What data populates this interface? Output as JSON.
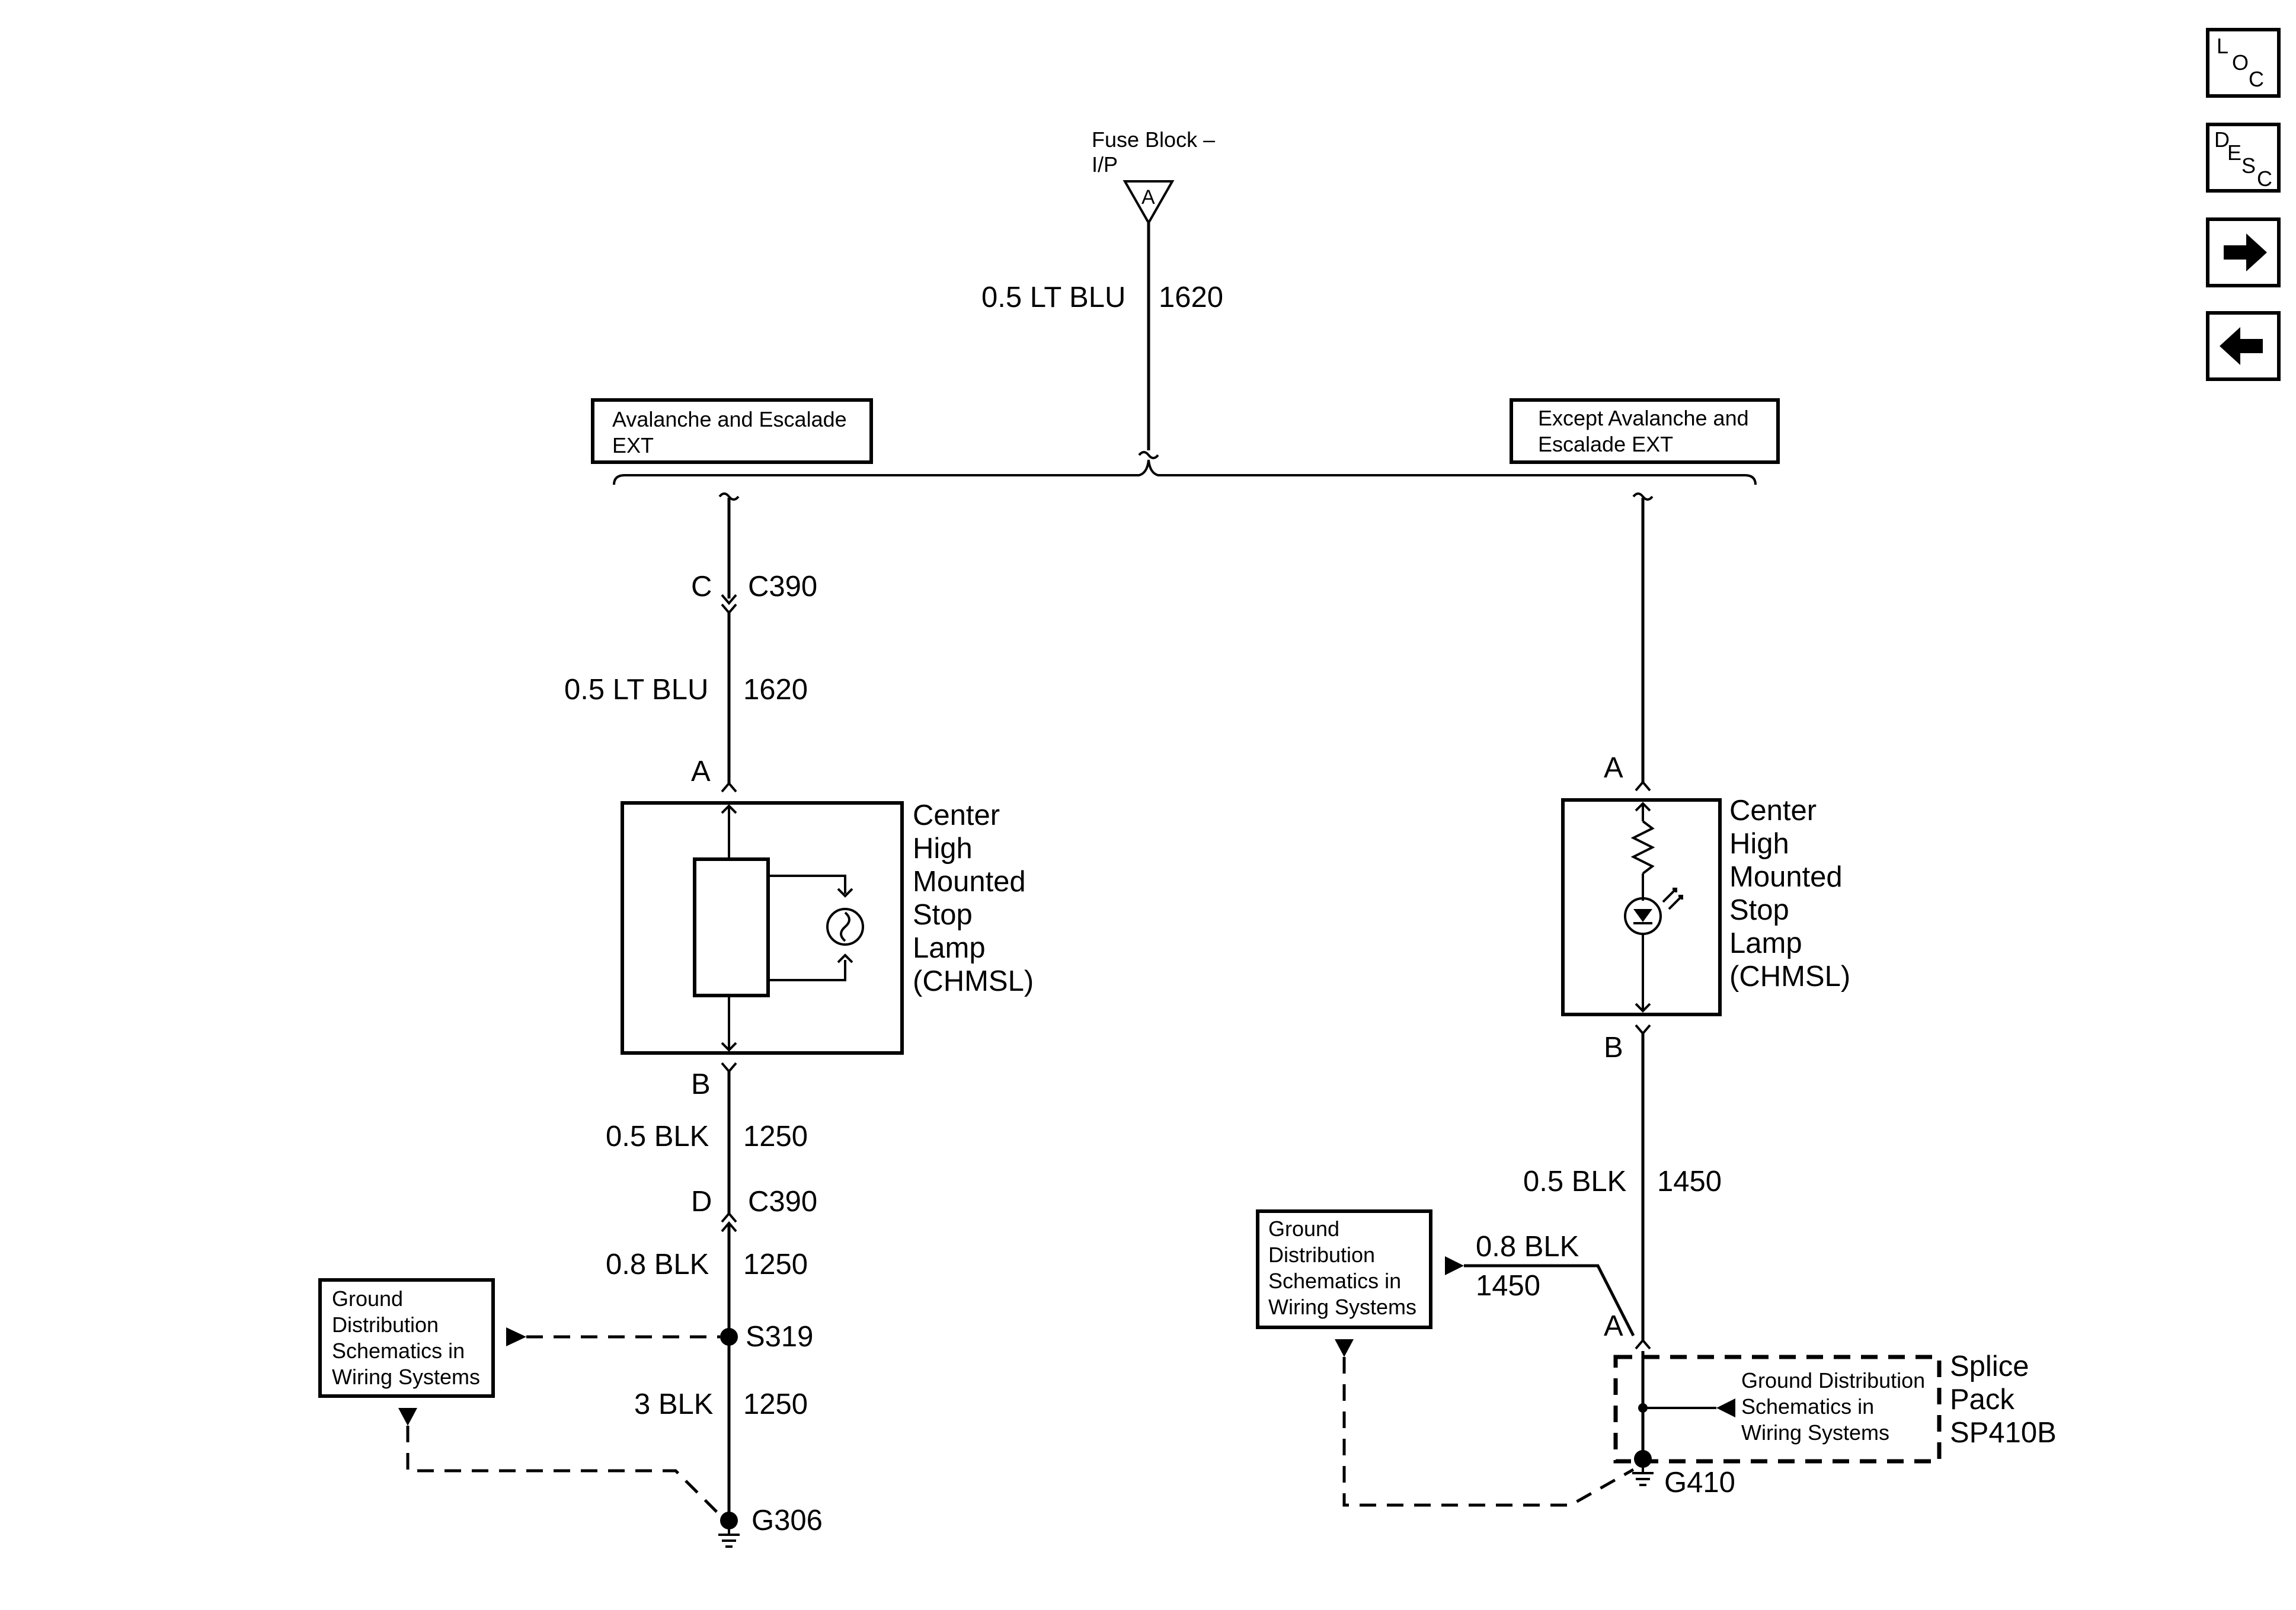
{
  "fuse_block": {
    "label_line1": "Fuse Block –",
    "label_line2": "I/P",
    "terminal": "A"
  },
  "top_wire": {
    "gauge_color": "0.5 LT BLU",
    "circuit": "1620"
  },
  "options": {
    "left": {
      "line1": "Avalanche and Escalade",
      "line2": "EXT"
    },
    "right": {
      "line1": "Except Avalanche and",
      "line2": "Escalade EXT"
    }
  },
  "left_branch": {
    "connector_1": {
      "pin": "C",
      "name": "C390"
    },
    "wire_1": {
      "gauge_color": "0.5 LT BLU",
      "circuit": "1620"
    },
    "lamp_pin_a": "A",
    "lamp_pin_b": "B",
    "lamp_name": [
      "Center",
      "High",
      "Mounted",
      "Stop",
      "Lamp",
      "(CHMSL)"
    ],
    "wire_2": {
      "gauge_color": "0.5 BLK",
      "circuit": "1250"
    },
    "connector_2": {
      "pin": "D",
      "name": "C390"
    },
    "wire_3": {
      "gauge_color": "0.8 BLK",
      "circuit": "1250"
    },
    "splice": "S319",
    "wire_4": {
      "gauge_color": "3 BLK",
      "circuit": "1250"
    },
    "ground": "G306",
    "ground_ref": [
      "Ground",
      "Distribution",
      "Schematics in",
      "Wiring Systems"
    ]
  },
  "right_branch": {
    "lamp_pin_a": "A",
    "lamp_pin_b": "B",
    "lamp_name": [
      "Center",
      "High",
      "Mounted",
      "Stop",
      "Lamp",
      "(CHMSL)"
    ],
    "wire_1": {
      "gauge_color": "0.5 BLK",
      "circuit": "1450"
    },
    "wire_2": {
      "gauge_color": "0.8 BLK",
      "circuit": "1450"
    },
    "ground_ref": [
      "Ground",
      "Distribution",
      "Schematics in",
      "Wiring Systems"
    ],
    "splice_pin": "A",
    "splice_pack_ref": [
      "Ground Distribution",
      "Schematics in",
      "Wiring Systems"
    ],
    "splice_pack_name": [
      "Splice",
      "Pack",
      "SP410B"
    ],
    "ground": "G410"
  },
  "nav_buttons": {
    "loc": [
      "L",
      "O",
      "C"
    ],
    "desc": [
      "D",
      "E",
      "S",
      "C"
    ],
    "forward_icon": "right-arrow",
    "back_icon": "left-arrow"
  }
}
